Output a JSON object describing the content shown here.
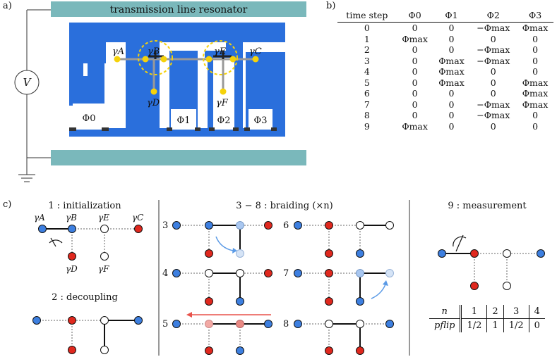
{
  "panel_labels": {
    "a": "a)",
    "b": "b)",
    "c": "c)"
  },
  "panel_a": {
    "resonator_label": "transmission line resonator",
    "voltmeter_label": "V",
    "majoranas": [
      "γA",
      "γB",
      "γC",
      "γD",
      "γE",
      "γF"
    ],
    "gates": [
      "Φ0",
      "Φ1",
      "Φ2",
      "Φ3"
    ],
    "colors": {
      "resonator": "#7ab8bb",
      "superconductor": "#2a6fdc",
      "majorana": "#f5d20a",
      "wire": "#999999"
    }
  },
  "table_b": {
    "headers": [
      "time step",
      "Φ0",
      "Φ1",
      "Φ2",
      "Φ3"
    ],
    "rows": [
      [
        "0",
        "0",
        "0",
        "−Φmax",
        "Φmax"
      ],
      [
        "1",
        "Φmax",
        "0",
        "0",
        "0"
      ],
      [
        "2",
        "0",
        "0",
        "−Φmax",
        "0"
      ],
      [
        "3",
        "0",
        "Φmax",
        "−Φmax",
        "0"
      ],
      [
        "4",
        "0",
        "Φmax",
        "0",
        "0"
      ],
      [
        "5",
        "0",
        "Φmax",
        "0",
        "Φmax"
      ],
      [
        "6",
        "0",
        "0",
        "0",
        "Φmax"
      ],
      [
        "7",
        "0",
        "0",
        "−Φmax",
        "Φmax"
      ],
      [
        "8",
        "0",
        "0",
        "−Φmax",
        "0"
      ],
      [
        "9",
        "Φmax",
        "0",
        "0",
        "0"
      ]
    ]
  },
  "panel_c": {
    "step1_title": "1 : initialization",
    "step2_title": "2 : decoupling",
    "braid_title": "3 − 8 : braiding (×n)",
    "meas_title": "9 : measurement",
    "braid_steps": [
      "3",
      "4",
      "5",
      "6",
      "7",
      "8"
    ],
    "labels": [
      "γA",
      "γB",
      "γE",
      "γC",
      "γD",
      "γF"
    ],
    "colors": {
      "blue": "#3d7fe0",
      "red": "#e0281e",
      "light_blue": "#a9c7f0",
      "light_red": "#f2a9a4",
      "arrow_red": "#e8524a",
      "arrow_blue": "#5a9ae6"
    }
  },
  "table_c": {
    "header": [
      "n",
      "1",
      "2",
      "3",
      "4"
    ],
    "row_label": "pflip",
    "values": [
      "1/2",
      "1",
      "1/2",
      "0"
    ]
  }
}
